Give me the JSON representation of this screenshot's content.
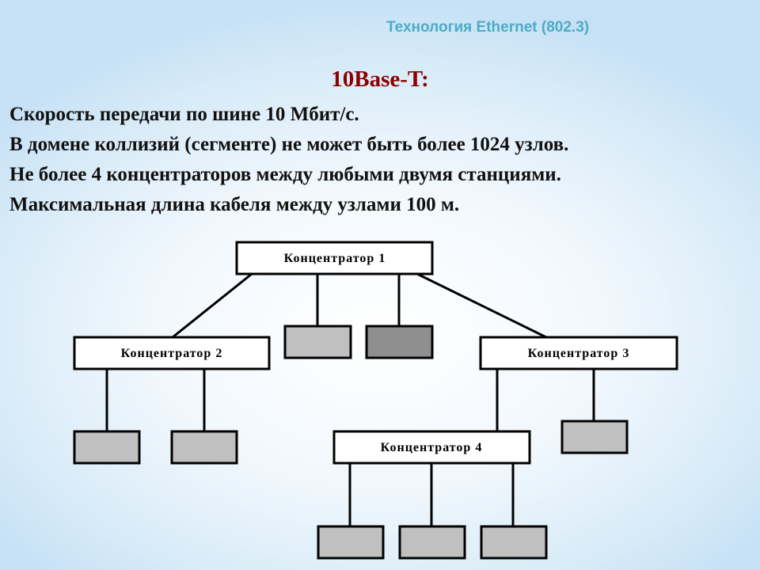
{
  "header": "Технология Ethernet (802.3)",
  "subtitle": "10Base-T:",
  "lines": [
    "Скорость передачи по шине 10 Мбит/с.",
    "В домене коллизий (сегменте) не может быть более 1024 узлов.",
    "Не более 4 концентраторов между любыми двумя станциями.",
    "Максимальная длина кабеля между узлами 100 м."
  ],
  "diagram": {
    "hubs": [
      "Концентратор 1",
      "Концентратор 2",
      "Концентратор 3",
      "Концентратор 4"
    ],
    "colors": {
      "station_light": "#c0c0c0",
      "station_dark": "#8f8f8f",
      "accent": "#4bacc6"
    }
  }
}
